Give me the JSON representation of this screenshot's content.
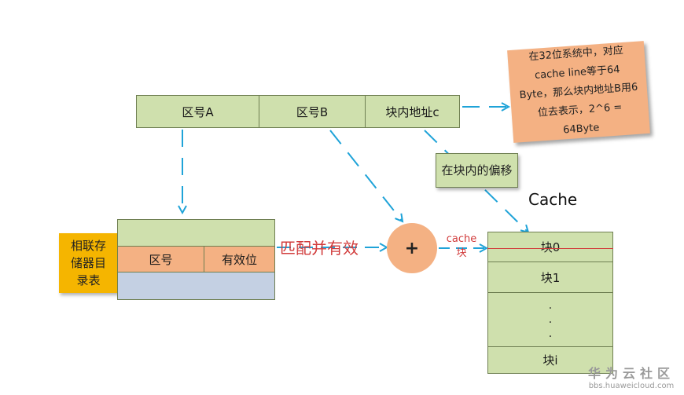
{
  "address": {
    "field_a": "区号A",
    "field_b": "区号B",
    "field_c": "块内地址c"
  },
  "note": {
    "text": "在32位系统中，对应cache line等于64 Byte，那么块内地址B用6位去表示，2^6 = 64Byte"
  },
  "offset_label": "在块内的偏移",
  "cache_title": "Cache",
  "assoc_table": {
    "label": "相联存储器目录表",
    "col_region": "区号",
    "col_valid": "有效位"
  },
  "match_label": "匹配并有效",
  "plus_symbol": "+",
  "cache_block_label": "cache块",
  "cache_rows": {
    "row0": "块0",
    "row1": "块1",
    "dot1": ".",
    "dot2": ".",
    "dot3": ".",
    "rowi": "块i"
  },
  "watermark": {
    "title": "华为云社区",
    "url": "bbs.huaweicloud.com"
  },
  "colors": {
    "arrow": "#1fa3d8",
    "green": "#cfe0ad",
    "orange_note": "#f4b183",
    "table_orange": "#f4b183",
    "table_blue": "#c4d0e3",
    "label_gold": "#f5b500",
    "match_red": "#d13b3b",
    "plus_circle": "#f4b183"
  }
}
